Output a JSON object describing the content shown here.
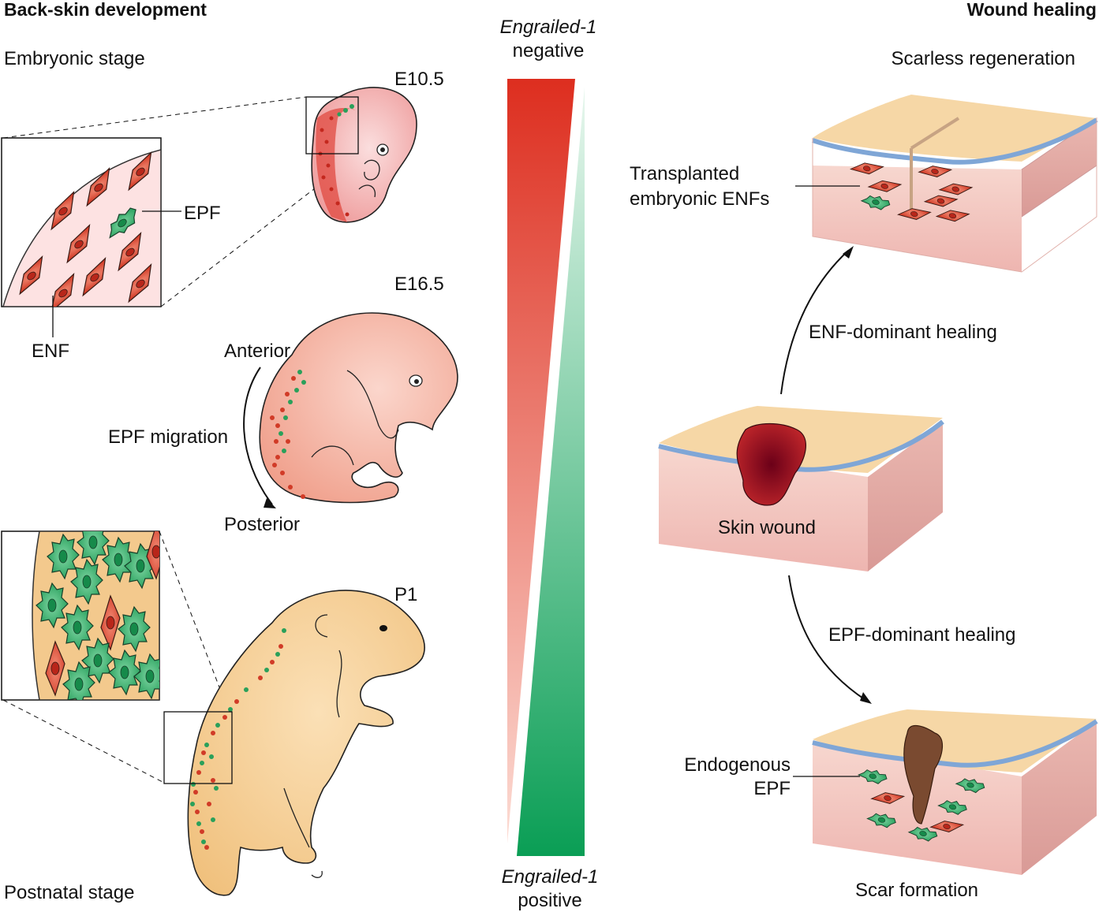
{
  "sections": {
    "left_title": "Back-skin development",
    "right_title": "Wound healing"
  },
  "left": {
    "embryonic_stage": "Embryonic stage",
    "postnatal_stage": "Postnatal stage",
    "e10_label": "E10.5",
    "e16_label": "E16.5",
    "p1_label": "P1",
    "epf_label": "EPF",
    "enf_label": "ENF",
    "anterior": "Anterior",
    "posterior": "Posterior",
    "epf_migration": "EPF migration"
  },
  "gradient": {
    "top_gene": "Engrailed-1",
    "top_state": "negative",
    "bottom_gene": "Engrailed-1",
    "bottom_state": "positive"
  },
  "right": {
    "scarless": "Scarless regeneration",
    "transplanted_line1": "Transplanted",
    "transplanted_line2": "embryonic ENFs",
    "enf_dominant": "ENF-dominant healing",
    "skin_wound": "Skin wound",
    "epf_dominant": "EPF-dominant healing",
    "endogenous_line1": "Endogenous",
    "endogenous_line2": "EPF",
    "scar_formation": "Scar formation"
  },
  "colors": {
    "enf_red": "#d9442e",
    "epf_green": "#2aa05a",
    "gradient_red": "#dd2e1f",
    "gradient_green": "#0a9e55",
    "skin_top": "#f6d7a6",
    "dermis": "#f4c6c0",
    "epidermis_line": "#7fa6d6",
    "wound": "#9b1420",
    "scar": "#7a4a30",
    "embryo_pink": "#f2a6a6",
    "pup_tan": "#f3c98d"
  }
}
